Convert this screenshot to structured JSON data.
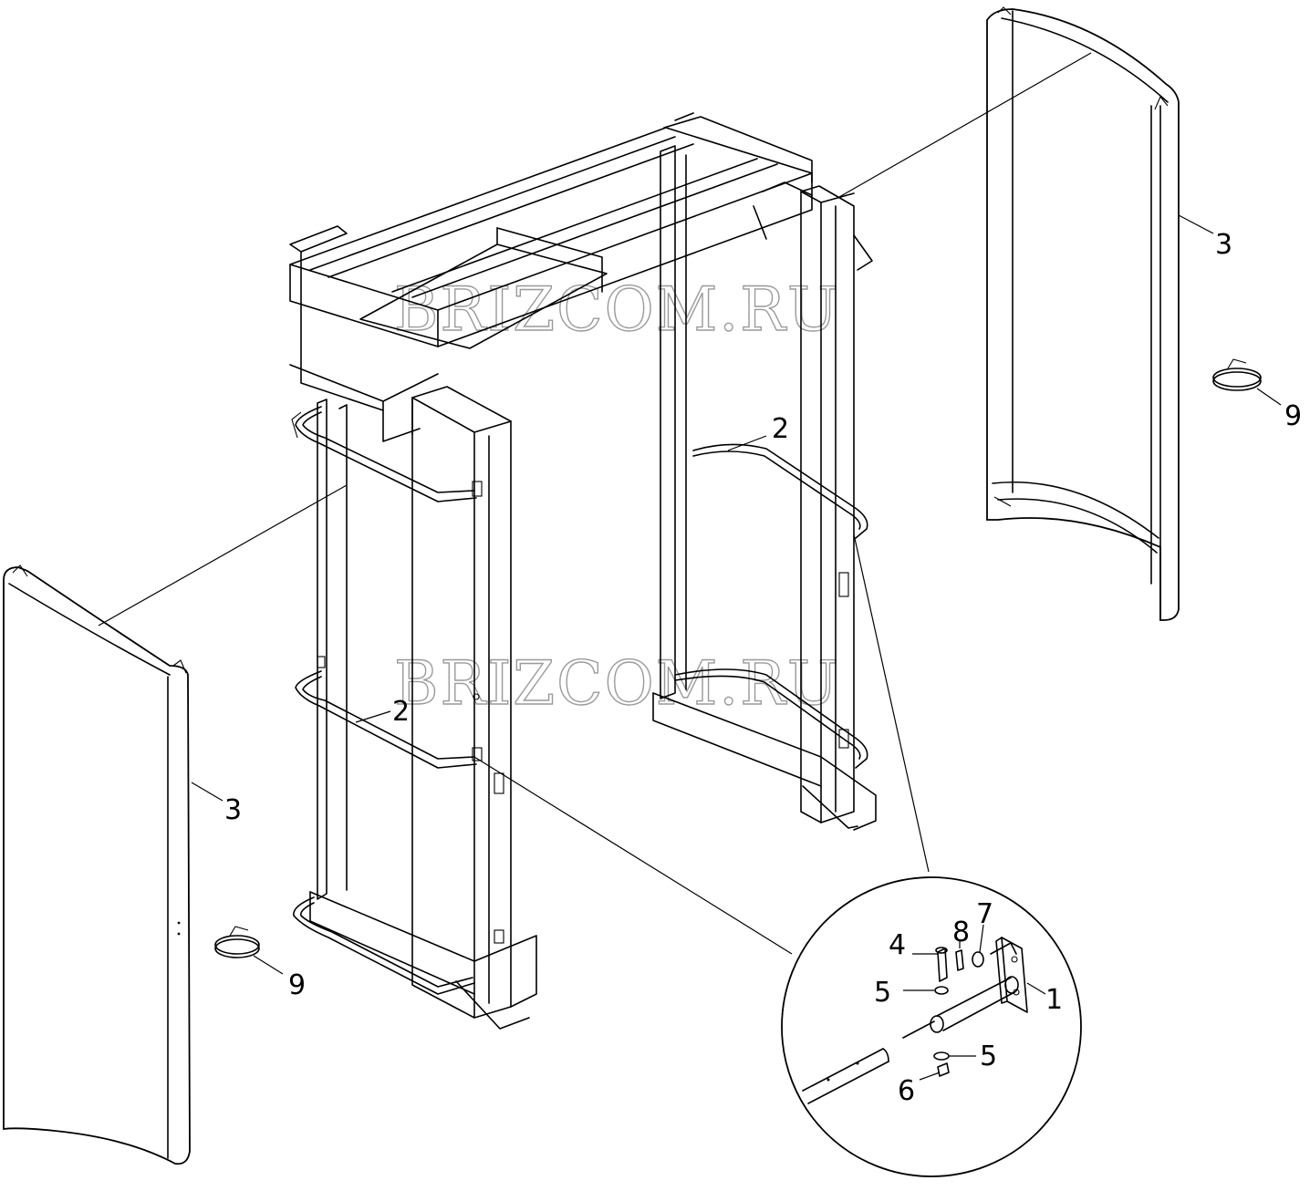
{
  "watermark": {
    "top": "BRIZCOM.RU",
    "bottom": "BRIZCOM.RU"
  },
  "callouts": {
    "panel_right": "3",
    "panel_left": "3",
    "clip_right": "9",
    "clip_left": "9",
    "rail_upper": "2",
    "rail_lower": "2",
    "detail_bolt": "4",
    "detail_washer_top": "5",
    "detail_washer_bottom": "5",
    "detail_nut": "6",
    "detail_washer_7": "7",
    "detail_part_8": "8",
    "detail_bracket": "1"
  }
}
